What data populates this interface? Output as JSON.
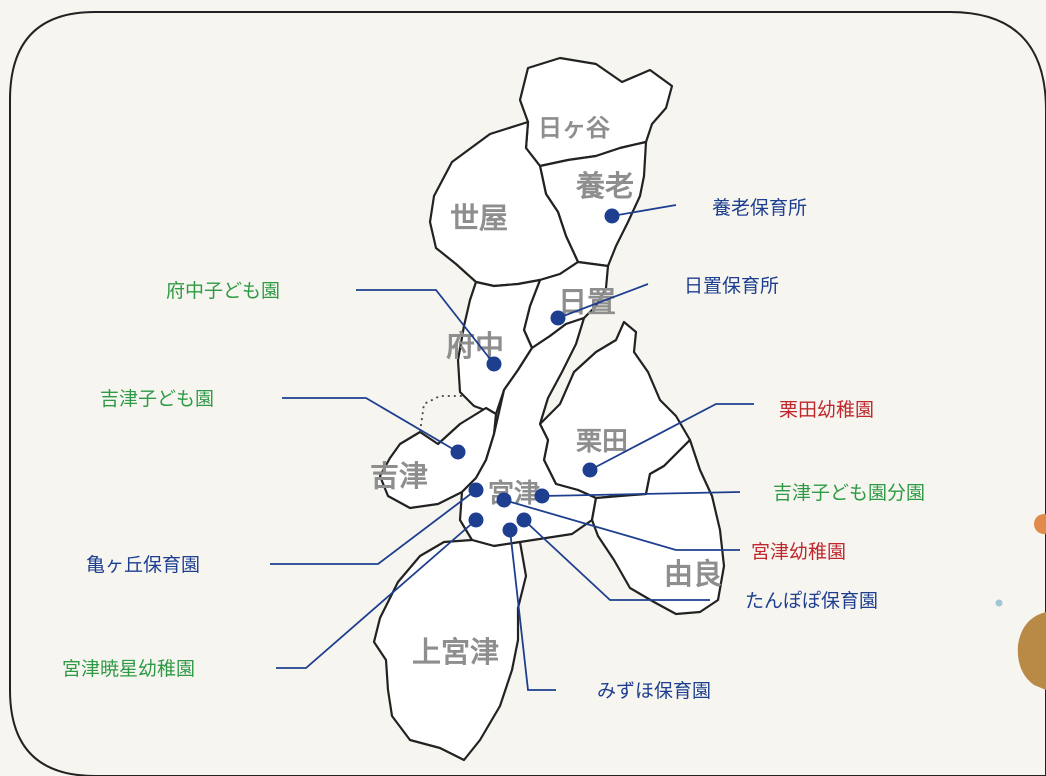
{
  "colors": {
    "background": "#f6f5f0",
    "frame": "#222222",
    "district_fill": "#ffffff",
    "district_border": "#222222",
    "district_label": "#8e8e8e",
    "dot": "#1e3f8f",
    "nursery_blue": "#1e3f8f",
    "kodomoen_green": "#2f9a45",
    "kindergarten_red": "#c0282d"
  },
  "districts": [
    {
      "id": "higaya",
      "name": "日ヶ谷"
    },
    {
      "id": "yoro",
      "name": "養老"
    },
    {
      "id": "seya",
      "name": "世屋"
    },
    {
      "id": "hioki",
      "name": "日置"
    },
    {
      "id": "fuchu",
      "name": "府中"
    },
    {
      "id": "kurita",
      "name": "栗田"
    },
    {
      "id": "yoshizu",
      "name": "吉津"
    },
    {
      "id": "miyazu",
      "name": "宮津"
    },
    {
      "id": "yura",
      "name": "由良"
    },
    {
      "id": "kamimiyazu",
      "name": "上宮津"
    }
  ],
  "facilities": [
    {
      "id": "yoro-hoikusho",
      "name": "養老保育所",
      "kind": "nursery"
    },
    {
      "id": "hioki-hoikusho",
      "name": "日置保育所",
      "kind": "nursery"
    },
    {
      "id": "fuchu-kodomoen",
      "name": "府中子ども園",
      "kind": "kodomoen"
    },
    {
      "id": "yoshizu-kodomoen",
      "name": "吉津子ども園",
      "kind": "kodomoen"
    },
    {
      "id": "kurita-yochien",
      "name": "栗田幼稚園",
      "kind": "kindergarten"
    },
    {
      "id": "yoshizu-kodomoen-bunen",
      "name": "吉津子ども園分園",
      "kind": "kodomoen"
    },
    {
      "id": "miyazu-yochien",
      "name": "宮津幼稚園",
      "kind": "kindergarten"
    },
    {
      "id": "kamegaoka-hoikuen",
      "name": "亀ヶ丘保育園",
      "kind": "nursery"
    },
    {
      "id": "tanpopo-hoikuen",
      "name": "たんぽぽ保育園",
      "kind": "nursery"
    },
    {
      "id": "miyazu-gyosei-yochien",
      "name": "宮津暁星幼稚園",
      "kind": "kodomoen"
    },
    {
      "id": "mizuho-hoikuen",
      "name": "みずほ保育園",
      "kind": "nursery"
    }
  ]
}
